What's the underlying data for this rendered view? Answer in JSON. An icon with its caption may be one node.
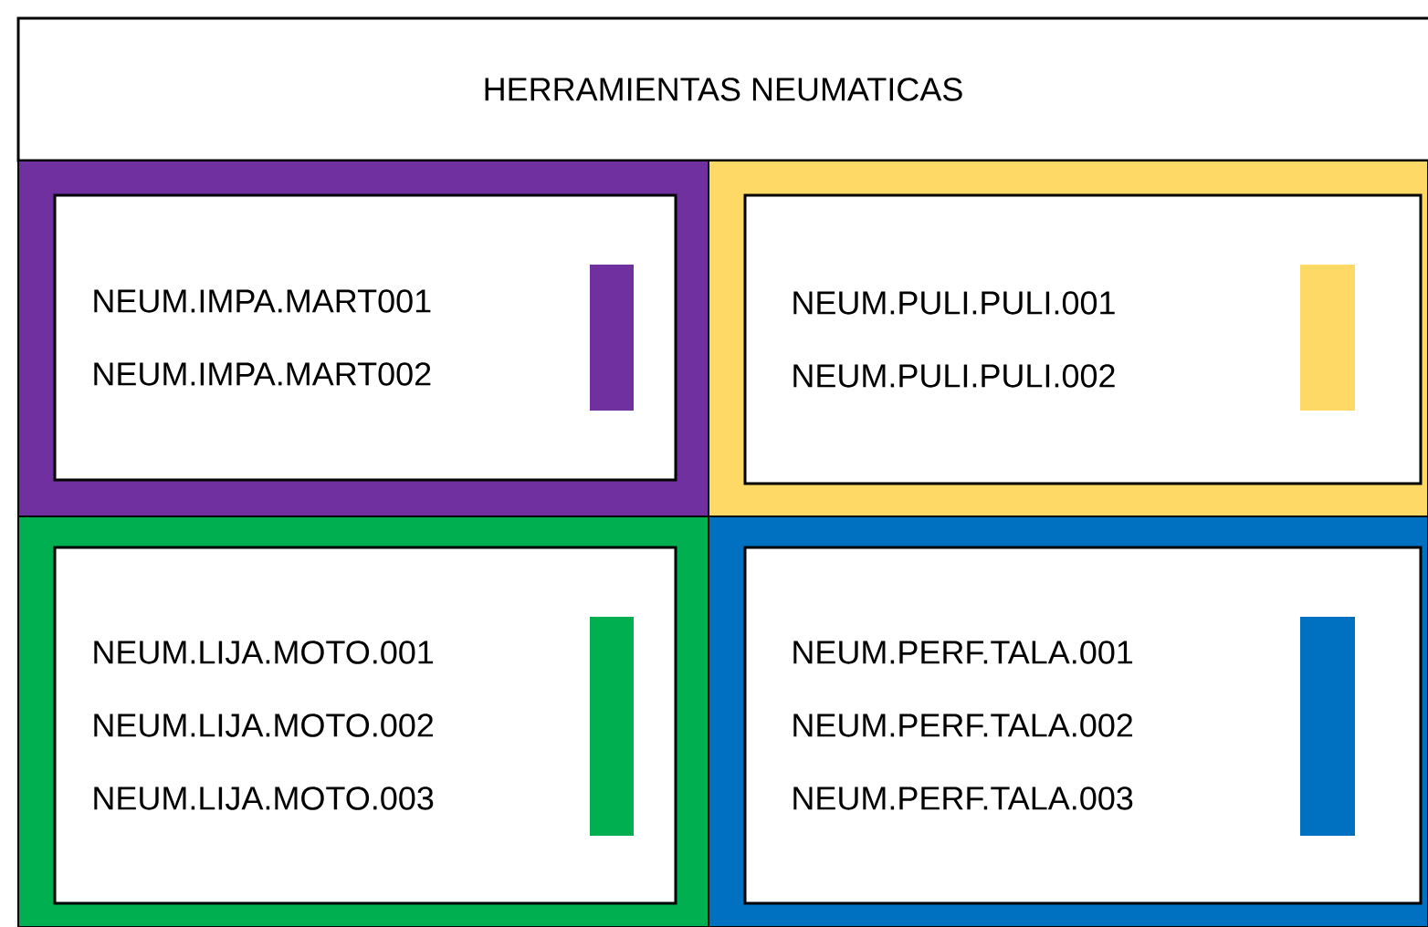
{
  "diagram": {
    "title": "HERRAMIENTAS NEUMATICAS",
    "nodes": [
      {
        "text": [],
        "shape": "box"
      },
      {
        "text": [
          "NEUM.IMPA.MART001",
          "NEUM.IMPA.MART002"
        ],
        "in": 0
      },
      {
        "text": [],
        "shape": "box"
      },
      {
        "text": [
          "NEUM.PULI.PULI.001",
          "NEUM.PULI.PULI.002"
        ],
        "in": 2
      },
      {
        "text": [],
        "shape": "box"
      },
      {
        "text": [
          "NEUM.LIJA.MOTO.001",
          "NEUM.LIJA.MOTO.002",
          "NEUM.LIJA.MOTO.003"
        ],
        "in": 4
      },
      {
        "text": [],
        "shape": "box"
      },
      {
        "text": [
          "NEUM.PERF.TALA.001",
          "NEUM.PERF.TALA.002",
          "NEUM.PERF.TALA.003"
        ],
        "in": 6
      }
    ]
  }
}
